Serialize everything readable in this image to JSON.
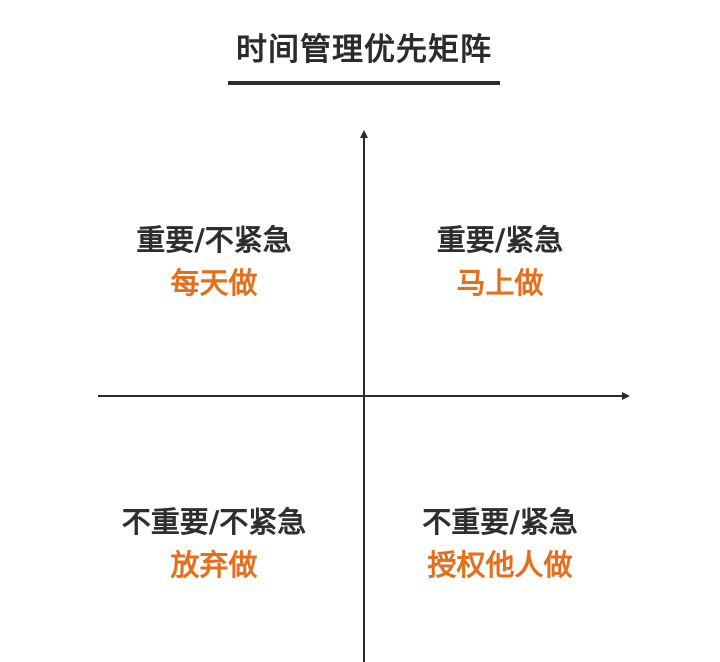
{
  "title": "时间管理优先矩阵",
  "colors": {
    "text": "#2e2e2e",
    "accent": "#e46f1c",
    "axis": "#2b2b2b"
  },
  "axes": {
    "x_axis": {
      "direction": "right",
      "arrow": true
    },
    "y_axis": {
      "direction": "up",
      "arrow": true
    }
  },
  "quadrants": {
    "top_left": {
      "label": "重要/不紧急",
      "action": "每天做"
    },
    "top_right": {
      "label": "重要/紧急",
      "action": "马上做"
    },
    "bottom_left": {
      "label": "不重要/不紧急",
      "action": "放弃做"
    },
    "bottom_right": {
      "label": "不重要/紧急",
      "action": "授权他人做"
    }
  }
}
